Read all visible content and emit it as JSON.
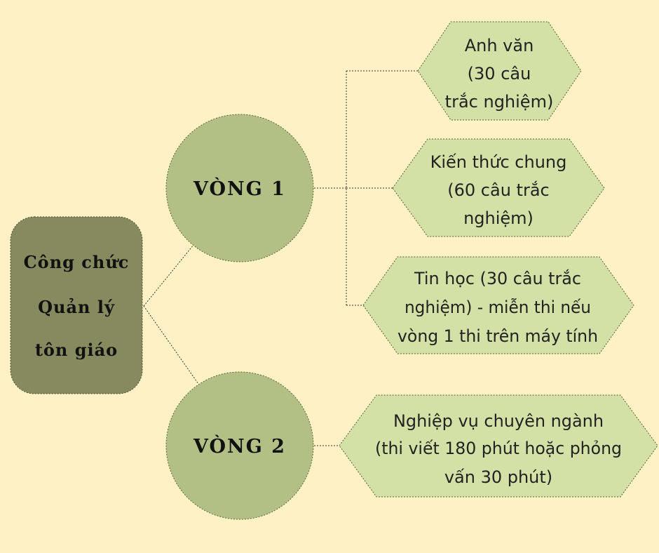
{
  "root": {
    "lines": [
      "Công chức",
      "Quản lý",
      "tôn giáo"
    ]
  },
  "rounds": [
    {
      "label": "VÒNG 1",
      "subjects": [
        {
          "lines": [
            "Anh văn",
            "(30 câu",
            "trắc nghiệm)"
          ]
        },
        {
          "lines": [
            "Kiến thức chung",
            "(60 câu trắc",
            "nghiệm)"
          ]
        },
        {
          "lines": [
            "Tin học (30 câu trắc",
            "nghiệm) - miễn thi nếu",
            "vòng 1 thi trên máy tính"
          ]
        }
      ]
    },
    {
      "label": "VÒNG 2",
      "subjects": [
        {
          "lines": [
            "Nghiệp vụ chuyên ngành",
            "(thi viết 180 phút hoặc phỏng",
            "vấn 30 phút)"
          ]
        }
      ]
    }
  ],
  "colors": {
    "background": "#fdf1c5",
    "root_fill": "#868a5e",
    "round_fill": "#b3c085",
    "leaf_fill": "#d4e1a6",
    "text": "#111111"
  }
}
